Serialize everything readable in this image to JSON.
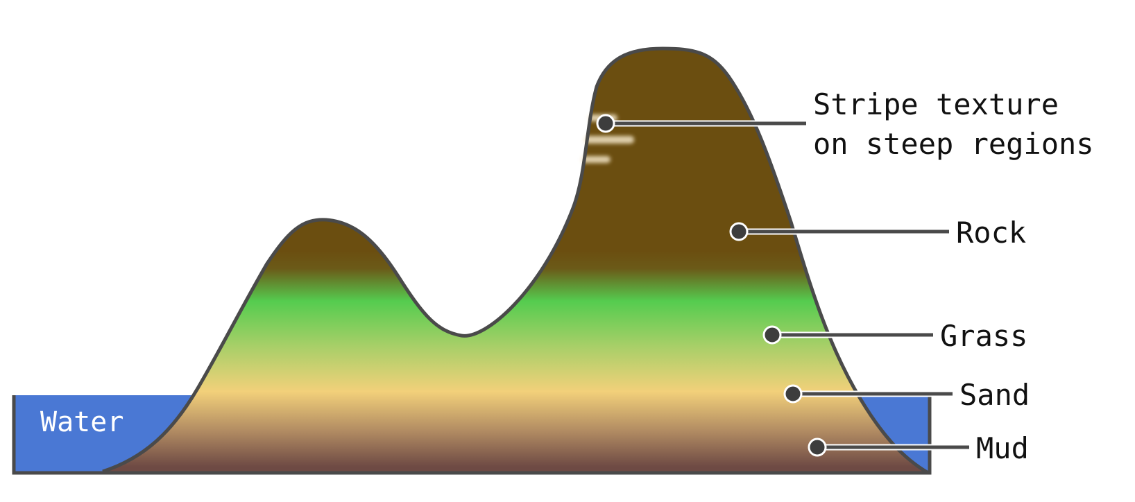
{
  "diagram": {
    "water_label": "Water",
    "callouts": {
      "stripe_line1": "Stripe texture",
      "stripe_line2": "on steep regions",
      "rock": "Rock",
      "grass": "Grass",
      "sand": "Sand",
      "mud": "Mud"
    },
    "colors": {
      "water": "#4a78d4",
      "rock": "#6b4e10",
      "grass": "#55cc4f",
      "sand": "#f2d07a",
      "mud": "#6e4a44",
      "outline": "#4a4a4a"
    }
  }
}
